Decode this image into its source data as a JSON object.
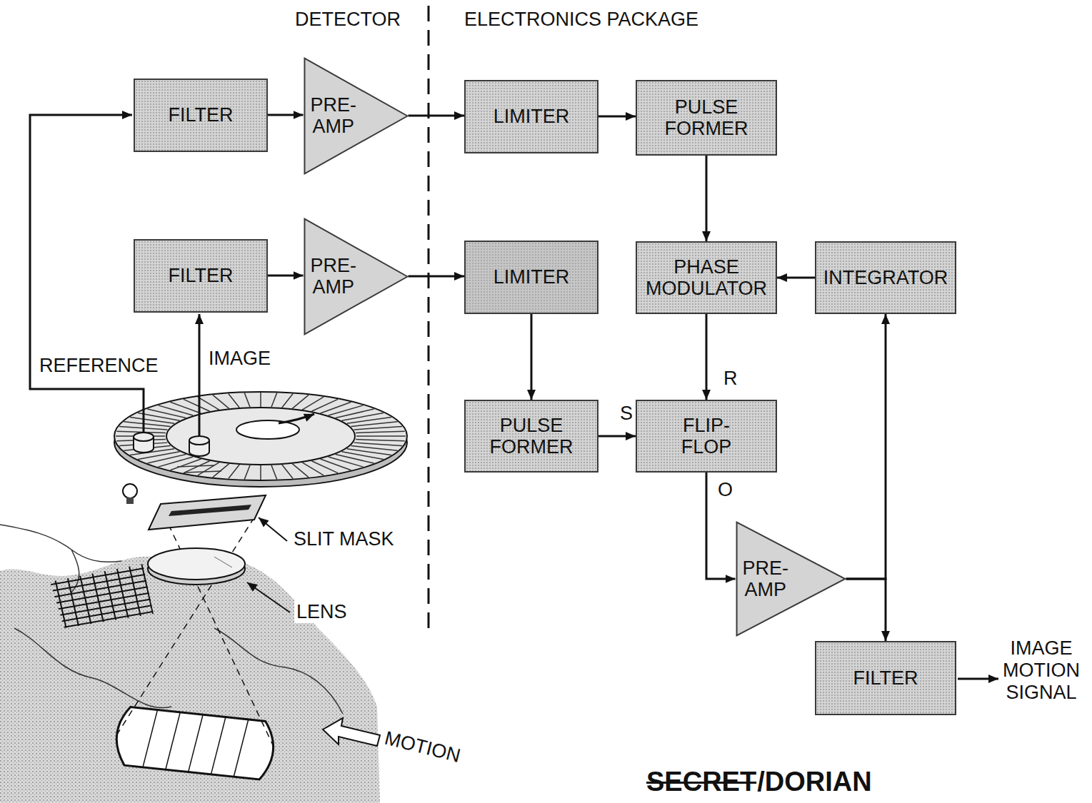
{
  "diagram": {
    "nodes": [
      {
        "text": [
          "FILTER"
        ]
      },
      {
        "text": [
          "PRE- AMP"
        ]
      },
      {
        "text": [
          "LIMITER"
        ]
      },
      {
        "text": [
          "PULSE FORMER"
        ]
      },
      {
        "text": [
          "FILTER"
        ]
      },
      {
        "text": [
          "PRE- AMP"
        ]
      },
      {
        "text": [
          "LIMITER"
        ]
      },
      {
        "text": [
          "PHASE MODULATOR"
        ]
      },
      {
        "text": [
          "INTEGRATOR"
        ]
      },
      {
        "text": [
          "PULSE FORMER"
        ]
      },
      {
        "text": [
          "FLIP- FLOP"
        ]
      },
      {
        "text": [
          "PRE- AMP"
        ]
      },
      {
        "text": [
          "FILTER"
        ]
      }
    ],
    "edges": [
      {
        "from": 0,
        "to": 1,
        "arrow": "to"
      },
      {
        "from": 1,
        "to": 2,
        "arrow": "to"
      },
      {
        "from": 2,
        "to": 3,
        "arrow": "to"
      },
      {
        "from": 3,
        "to": 7,
        "arrow": "to"
      },
      {
        "from": 4,
        "to": 5,
        "arrow": "to"
      },
      {
        "from": 5,
        "to": 6,
        "arrow": "to"
      },
      {
        "from": 6,
        "to": 9,
        "arrow": "to"
      },
      {
        "from": 9,
        "to": 10,
        "label": "S",
        "arrow": "to"
      },
      {
        "from": 7,
        "to": 10,
        "label": "R",
        "arrow": "to"
      },
      {
        "from": 8,
        "to": 7,
        "arrow": "to"
      },
      {
        "from": 10,
        "to": 11,
        "label": "O",
        "arrow": "to"
      },
      {
        "from": 11,
        "to": 8,
        "arrow": "to"
      },
      {
        "from": 11,
        "to": 12,
        "arrow": "to"
      }
    ],
    "labels": [
      "DETECTOR",
      "ELECTRONICS PACKAGE",
      "REFERENCE",
      "IMAGE",
      "SLIT MASK",
      "LENS",
      "MOTION",
      "IMAGE MOTION SIGNAL",
      "SECRET",
      "/DORIAN"
    ]
  }
}
